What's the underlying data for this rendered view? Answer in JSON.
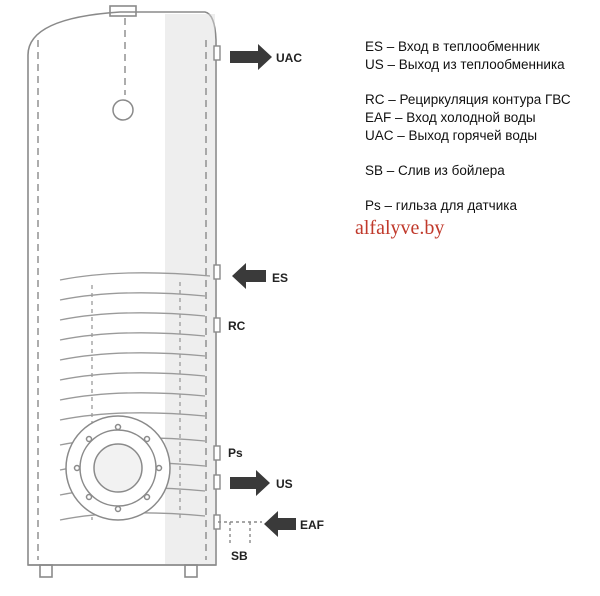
{
  "legend": [
    "ES – Вход в теплообменник",
    "US – Выход из теплообменника",
    "",
    "RC – Рециркуляция контура ГВС",
    "EAF – Вход холодной воды",
    "UAC – Выход горячей воды",
    "",
    "SB – Слив из бойлера",
    "",
    "Ps – гильза для датчика"
  ],
  "watermark": "alfalyve.by",
  "labels": {
    "uac": "UAC",
    "es": "ES",
    "rc": "RC",
    "ps": "Ps",
    "us": "US",
    "eaf": "EAF",
    "sb": "SB"
  },
  "colors": {
    "outline": "#8a8a8a",
    "arrow": "#3a3a3a",
    "watermark": "#c0392b"
  }
}
